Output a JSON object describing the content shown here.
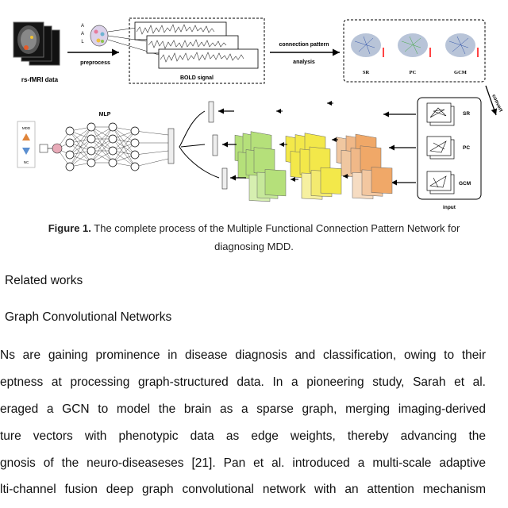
{
  "figure": {
    "input_data_label": "rs-fMRI data",
    "atlas_letters": [
      "A",
      "A",
      "L"
    ],
    "preprocess_label": "preprocess",
    "bold_signal_label": "BOLD signal",
    "connection_label_line1": "connection pattern",
    "connection_label_line2": "analysis",
    "brain_labels": [
      "SR",
      "PC",
      "GCM"
    ],
    "convert_label": "convert",
    "input_label": "input",
    "input_panels": [
      "SR",
      "PC",
      "GCM"
    ],
    "mlp_label": "MLP",
    "output_labels": [
      "MDD",
      "NC"
    ],
    "colors": {
      "line": "#000000",
      "green": "#b5e07a",
      "yellow": "#f3e84a",
      "orange": "#f0a868",
      "brain": "#b8c4d8",
      "node": "#e8aab8",
      "mdd": "#e0843a",
      "nc": "#5b8fd0"
    }
  },
  "caption": {
    "label": "Figure 1.",
    "line1": "The complete process of the Multiple Functional Connection Pattern Network for",
    "line2": "diagnosing MDD."
  },
  "section_heading": "Related works",
  "subsection_heading": "Graph Convolutional Networks",
  "paragraph_lines": [
    "Ns are gaining prominence in disease diagnosis and classification, owing to their",
    "eptness at processing graph-structured data. In a pioneering study, Sarah et al.",
    "eraged a GCN to model the brain as a sparse graph, merging imaging-derived",
    "ture vectors with phenotypic data as edge weights, thereby advancing the",
    "gnosis of the neuro-diseaseses [21]. Pan et al. introduced a multi-scale adaptive",
    "lti-channel fusion deep graph convolutional network with an attention mechanism"
  ]
}
